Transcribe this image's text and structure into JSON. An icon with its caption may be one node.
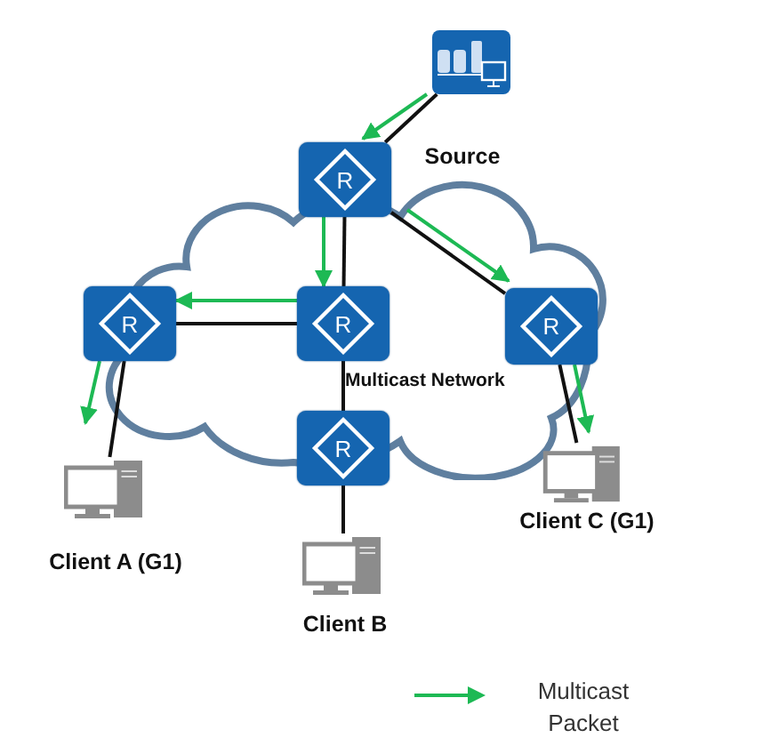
{
  "diagram": {
    "nodes": [
      {
        "text": [],
        "shape": "server"
      },
      {
        "text": [
          "R"
        ],
        "beside": [
          "Source"
        ]
      },
      {
        "text": [
          "R"
        ]
      },
      {
        "text": [
          "R"
        ]
      },
      {
        "text": [
          "R"
        ]
      },
      {
        "text": [
          "R"
        ]
      },
      {
        "text": [],
        "shape": "computer",
        "beside": [
          "Client A (G1)"
        ]
      },
      {
        "text": [],
        "shape": "computer",
        "beside": [
          "Client B"
        ]
      },
      {
        "text": [],
        "shape": "computer",
        "beside": [
          "Client C (G1)"
        ]
      }
    ],
    "edges": [
      {
        "from": 0,
        "to": 1,
        "arrow": "none"
      },
      {
        "from": 1,
        "to": 3,
        "arrow": "none"
      },
      {
        "from": 1,
        "to": 4,
        "arrow": "none"
      },
      {
        "from": 2,
        "to": 3,
        "arrow": "none"
      },
      {
        "from": 3,
        "to": 5,
        "arrow": "none"
      },
      {
        "from": 2,
        "to": 6,
        "arrow": "none"
      },
      {
        "from": 5,
        "to": 7,
        "arrow": "none"
      },
      {
        "from": 4,
        "to": 8,
        "arrow": "none"
      },
      {
        "from": 0,
        "to": 1,
        "arrow": "to",
        "color": "#1db954"
      },
      {
        "from": 1,
        "to": 3,
        "arrow": "to",
        "color": "#1db954"
      },
      {
        "from": 1,
        "to": 4,
        "arrow": "to",
        "color": "#1db954"
      },
      {
        "from": 3,
        "to": 2,
        "arrow": "to",
        "color": "#1db954"
      },
      {
        "from": 2,
        "to": 6,
        "arrow": "to",
        "color": "#1db954"
      },
      {
        "from": 4,
        "to": 8,
        "arrow": "to",
        "color": "#1db954"
      }
    ],
    "labels": [
      "Multicast Network"
    ],
    "legend": [
      {
        "text": "Multicast Packet"
      }
    ]
  }
}
